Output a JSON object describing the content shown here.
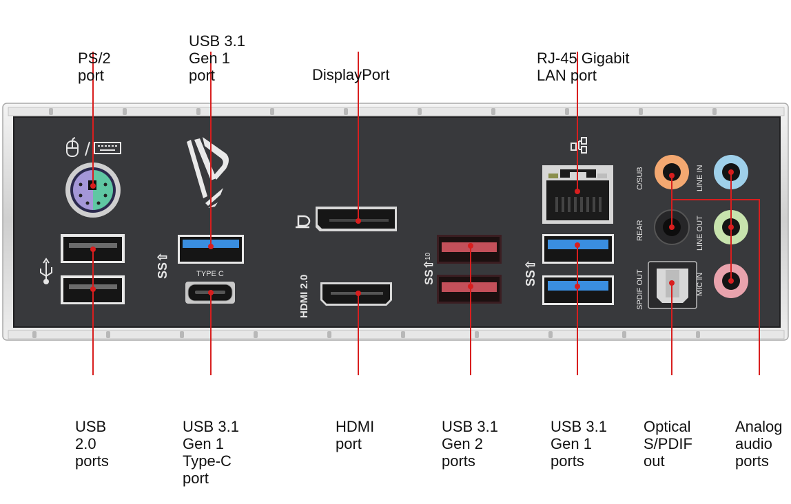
{
  "title": "Motherboard rear I/O panel",
  "colors": {
    "callout": "#d81e1e",
    "panel": "#3a3b3e",
    "frame": "#d9d9d9",
    "usb3_blue": "#3a8ee0",
    "usb31_gen2_red": "#c4505a",
    "ps2_mouse": "#a497d8",
    "ps2_keyboard": "#5fc7a3",
    "audio_csub": "#f3a871",
    "audio_rear": "#202022",
    "audio_line_in": "#9fd0ea",
    "audio_line_out": "#c7e3ad",
    "audio_mic_in": "#e9a3ad"
  },
  "top_labels": [
    {
      "id": "ps2",
      "lines": [
        "PS/2",
        "port"
      ]
    },
    {
      "id": "usb31-gen1-top",
      "lines": [
        "USB 3.1",
        "Gen 1",
        "port"
      ]
    },
    {
      "id": "displayport",
      "lines": [
        "DisplayPort"
      ]
    },
    {
      "id": "rj45",
      "lines": [
        "RJ-45 Gigabit",
        "LAN port"
      ]
    }
  ],
  "bottom_labels": [
    {
      "id": "usb20",
      "lines": [
        "USB",
        "2.0",
        "ports"
      ]
    },
    {
      "id": "usb31-typec",
      "lines": [
        "USB 3.1",
        "Gen 1",
        "Type-C",
        "port"
      ]
    },
    {
      "id": "hdmi",
      "lines": [
        "HDMI",
        "port"
      ]
    },
    {
      "id": "usb31-gen2",
      "lines": [
        "USB 3.1",
        "Gen 2",
        "ports"
      ]
    },
    {
      "id": "usb31-gen1-bottom",
      "lines": [
        "USB 3.1",
        "Gen 1",
        "ports"
      ]
    },
    {
      "id": "spdif",
      "lines": [
        "Optical",
        "S/PDIF",
        "out"
      ]
    },
    {
      "id": "analog",
      "lines": [
        "Analog",
        "audio",
        "ports"
      ]
    }
  ],
  "panel_markings": {
    "type_c": "TYPE C",
    "hdmi_version": "HDMI 2.0",
    "usb_gen2_speed": "10",
    "audio": {
      "csub": "C/SUB",
      "rear": "REAR",
      "spdif": "SPDIF OUT",
      "line_in": "LINE IN",
      "line_out": "LINE OUT",
      "mic_in": "MIC IN"
    }
  }
}
